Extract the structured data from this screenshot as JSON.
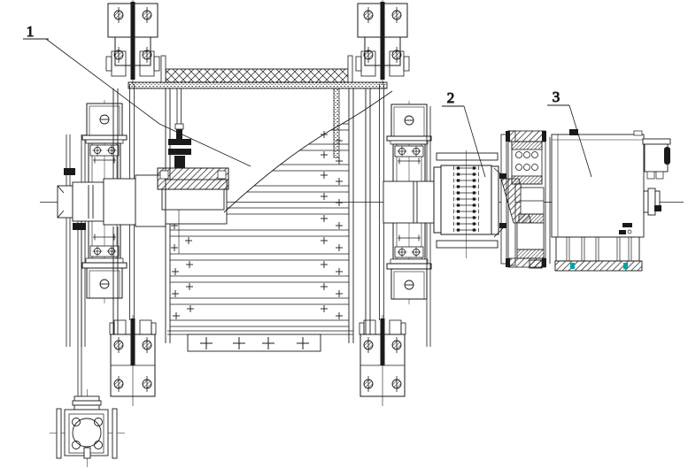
{
  "drawing": {
    "type": "engineering-section-drawing",
    "callouts": [
      {
        "text": "1"
      },
      {
        "text": "2"
      },
      {
        "text": "3"
      }
    ],
    "colors": {
      "line": "#1a1a1a",
      "background": "#ffffff",
      "accent_teal": "#00a3a3"
    }
  }
}
